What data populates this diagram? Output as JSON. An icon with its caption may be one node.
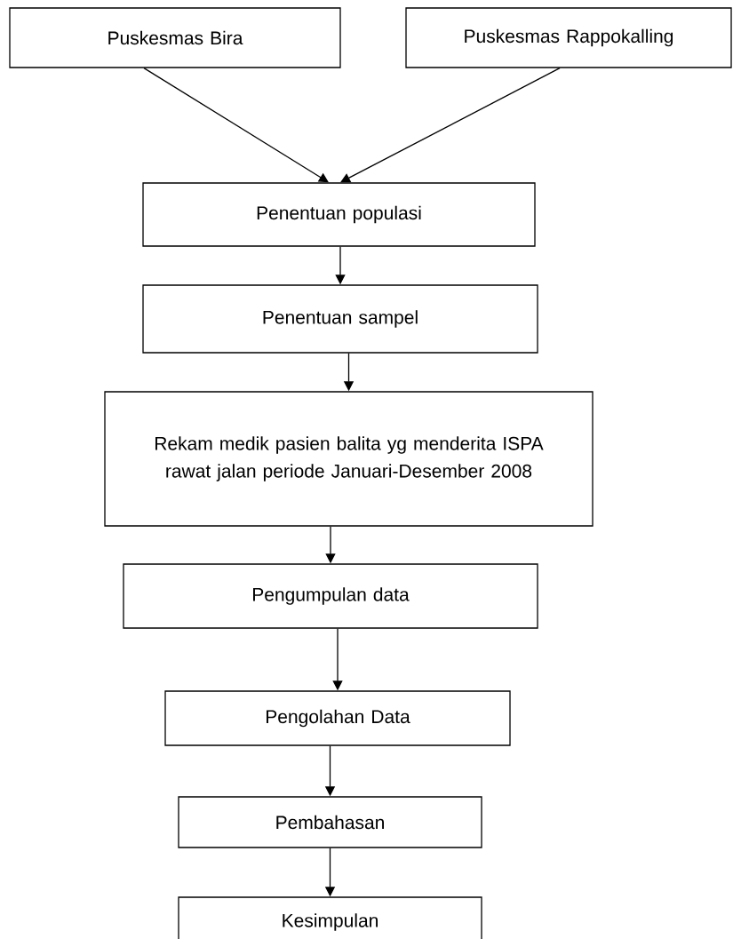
{
  "diagram": {
    "nodes": [
      {
        "text": [
          "Puskesmas Bira"
        ]
      },
      {
        "text": [
          "Puskesmas Rappokalling"
        ]
      },
      {
        "text": [
          "Penentuan populasi"
        ]
      },
      {
        "text": [
          "Penentuan sampel"
        ]
      },
      {
        "text": [
          "Rekam medik pasien balita yg menderita ISPA  rawat jalan periode Januari-Desember 2008"
        ]
      },
      {
        "text": [
          "Pengumpulan data"
        ]
      },
      {
        "text": [
          "Pengolahan Data"
        ]
      },
      {
        "text": [
          "Pembahasan"
        ]
      },
      {
        "text": [
          "Kesimpulan"
        ]
      }
    ],
    "edges": [
      {
        "from": 0,
        "to": 2,
        "arrow": "to"
      },
      {
        "from": 1,
        "to": 2,
        "arrow": "to"
      },
      {
        "from": 2,
        "to": 3,
        "arrow": "to"
      },
      {
        "from": 3,
        "to": 4,
        "arrow": "to"
      },
      {
        "from": 4,
        "to": 5,
        "arrow": "to"
      },
      {
        "from": 5,
        "to": 6,
        "arrow": "to"
      },
      {
        "from": 6,
        "to": 7,
        "arrow": "to"
      },
      {
        "from": 7,
        "to": 8,
        "arrow": "to"
      }
    ]
  }
}
